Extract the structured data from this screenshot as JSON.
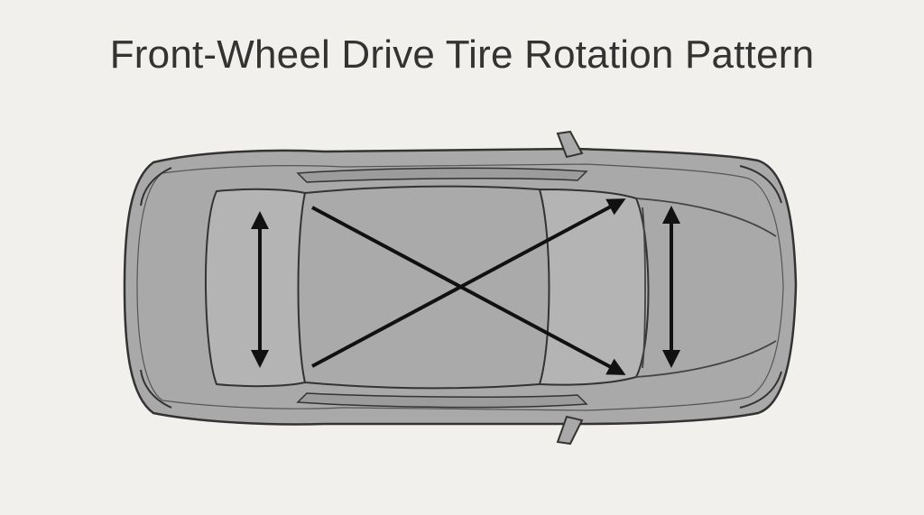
{
  "diagram": {
    "title": "Front-Wheel Drive Tire Rotation Pattern",
    "colors": {
      "background": "#f1f0ec",
      "car_body": "#a9a9a9",
      "glass": "#b4b4b4",
      "outline": "#333333",
      "arrow": "#111111"
    },
    "arrows": [
      {
        "from": "rear-left",
        "to": "rear-right",
        "style": "double-headed"
      },
      {
        "from": "front-left",
        "to": "front-right",
        "style": "double-headed"
      },
      {
        "from": "rear-left",
        "to": "front-right",
        "style": "single-headed"
      },
      {
        "from": "rear-right",
        "to": "front-left",
        "style": "single-headed"
      }
    ]
  }
}
